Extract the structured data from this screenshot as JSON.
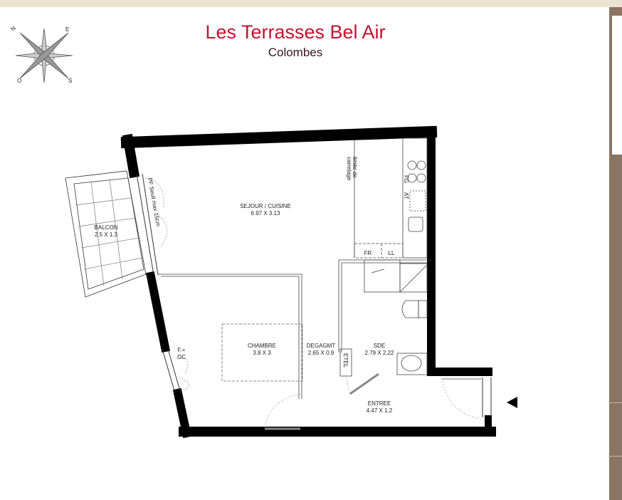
{
  "header": {
    "title": "Les Terrasses Bel Air",
    "subtitle": "Colombes"
  },
  "compass": {
    "labels": [
      "N",
      "E",
      "S",
      "O"
    ]
  },
  "rooms": {
    "sejour": {
      "name": "SEJOUR / CUISINE",
      "dims": "6.97 X 3.13"
    },
    "balcon": {
      "name": "BALCON",
      "dims": "2.5 X 1.3"
    },
    "chambre": {
      "name": "CHAMBRE",
      "dims": "3.8 X 3"
    },
    "degagmt": {
      "name": "DEGAGMT",
      "dims": "2.65 X 0.9"
    },
    "sde": {
      "name": "SDE",
      "dims": "2.79 X 2.22"
    },
    "entree": {
      "name": "ENTREE",
      "dims": "4.47 X 1.2"
    }
  },
  "annotations": {
    "pf": "PF Seuil max 15cm",
    "limite1": "limite de",
    "limite2": "carrelage",
    "fr": "FR",
    "ll": "LL",
    "fg": "FG",
    "at": "AT",
    "fgc1": "F.+",
    "fgc2": "GC",
    "etel": "ETEL"
  }
}
